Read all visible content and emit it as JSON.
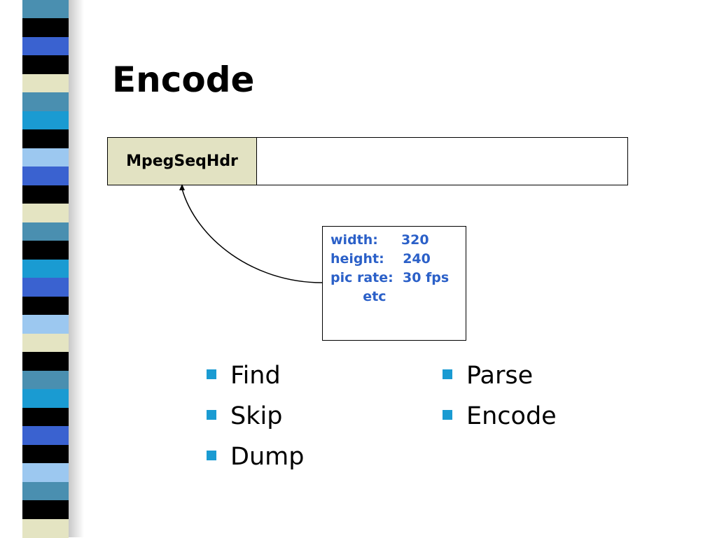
{
  "slide": {
    "title": "Encode"
  },
  "header_bar": {
    "label": "MpegSeqHdr"
  },
  "info_box": {
    "lines": [
      "width:     320",
      "height:    240",
      "pic rate:  30 fps",
      "       etc"
    ]
  },
  "bullets": {
    "left": [
      "Find",
      "Skip",
      "Dump"
    ],
    "right": [
      "Parse",
      "Encode"
    ]
  },
  "colors": {
    "bullet": "#1a9bd2",
    "info_text": "#2b60c8",
    "header_cell": "#e2e2c2"
  }
}
